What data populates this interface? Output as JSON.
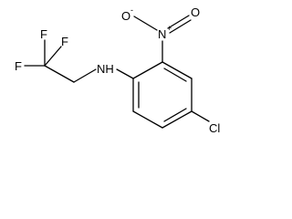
{
  "molecule": {
    "atoms": {
      "o_minus": "O",
      "o_minus_charge": "-",
      "n_nitro": "N",
      "n_nitro_charge": "+",
      "o_double": "O",
      "nh": "NH",
      "cl": "Cl",
      "f_left": "F",
      "f_top": "F",
      "f_right": "F"
    }
  }
}
